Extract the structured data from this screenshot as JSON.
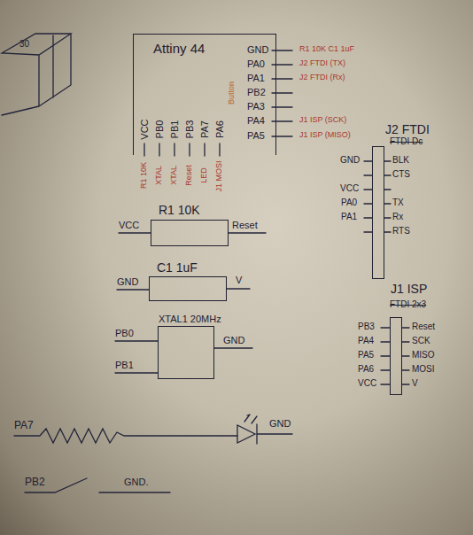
{
  "diagram": {
    "nodes": [
      {
        "text": [
          "Attiny 44"
        ]
      },
      {
        "text": [
          "R1 10K"
        ]
      },
      {
        "text": [
          "C1 1uF"
        ]
      },
      {
        "text": [
          "XTAL1 20MHz"
        ]
      },
      {
        "text": [
          "J2 FTDI"
        ]
      },
      {
        "text": [
          "J1 ISP"
        ]
      }
    ],
    "labels": [
      "30",
      "GND",
      "PA0",
      "PA1",
      "PB2",
      "PA3",
      "PA4",
      "PA5",
      "R1 10K C1 1uF",
      "J2 FTDI (TX)",
      "J2 FTDI (Rx)",
      "J1 ISP (SCK)",
      "J1 ISP (MISO)",
      "Button",
      "VCC",
      "PB0",
      "PB1",
      "PB3",
      "PA7",
      "PA6",
      "R1 10K",
      "XTAL",
      "XTAL",
      "Reset",
      "LED",
      "J1 MOSI",
      "VCC",
      "Reset",
      "GND",
      "V",
      "PB0",
      "PB1",
      "GND",
      "FTDI Dc",
      "GND",
      "VCC",
      "PA0",
      "PA1",
      "BLK",
      "CTS",
      "TX",
      "Rx",
      "RTS",
      "FTDI 2x3",
      "PB3",
      "PA4",
      "PA5",
      "PA6",
      "VCC",
      "Reset",
      "SCK",
      "MISO",
      "MOSI",
      "V",
      "PA7",
      "GND",
      "PB2",
      "GND."
    ]
  }
}
